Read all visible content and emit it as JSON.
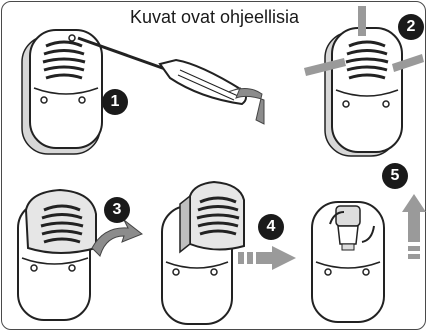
{
  "title": "Kuvat ovat ohjeellisia",
  "steps": [
    {
      "number": "1"
    },
    {
      "number": "2"
    },
    {
      "number": "3"
    },
    {
      "number": "4"
    },
    {
      "number": "5"
    }
  ]
}
